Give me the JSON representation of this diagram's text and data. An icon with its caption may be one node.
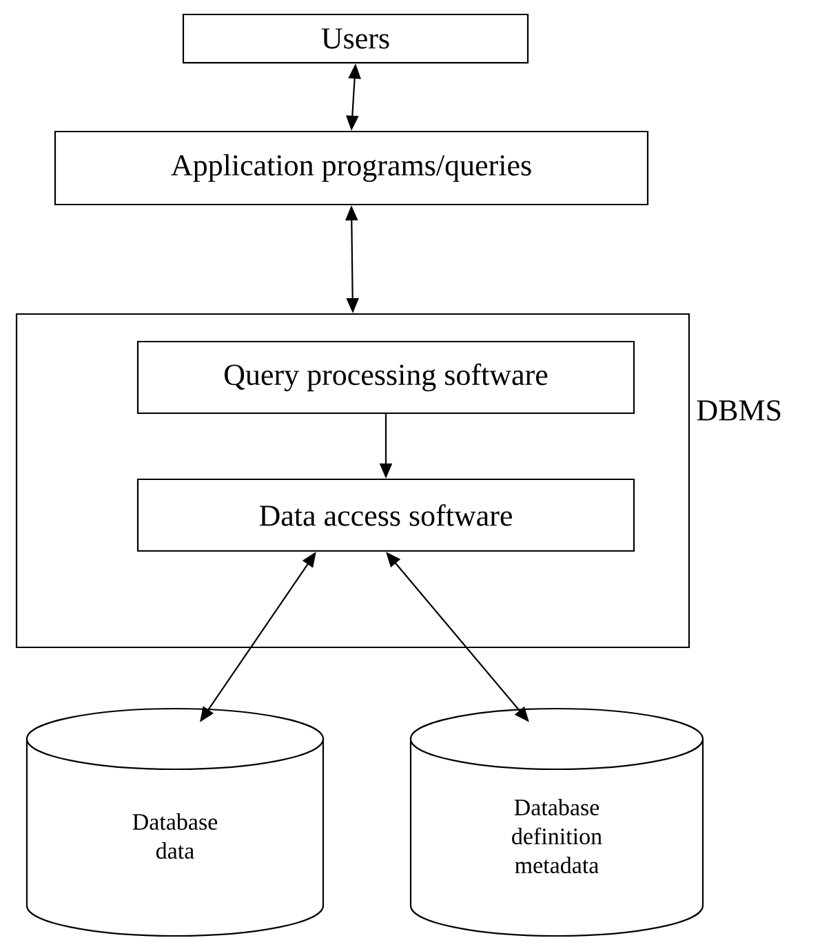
{
  "diagram": {
    "nodes": [
      {
        "text": [
          "Users"
        ]
      },
      {
        "text": [
          "Application programs/queries"
        ]
      },
      {
        "text": [
          "DBMS"
        ]
      },
      {
        "text": [
          "Query processing software"
        ],
        "in": 2
      },
      {
        "text": [
          "Data access software"
        ],
        "in": 2
      },
      {
        "text": [
          "Database data"
        ]
      },
      {
        "text": [
          "Database definition metadata"
        ]
      }
    ],
    "edges": [
      {
        "from": 0,
        "to": 1,
        "arrow": "both"
      },
      {
        "from": 1,
        "to": 2,
        "arrow": "both"
      },
      {
        "from": 3,
        "to": 4,
        "arrow": "to"
      },
      {
        "from": 4,
        "to": 5,
        "arrow": "both"
      },
      {
        "from": 4,
        "to": 6,
        "arrow": "both"
      }
    ]
  }
}
